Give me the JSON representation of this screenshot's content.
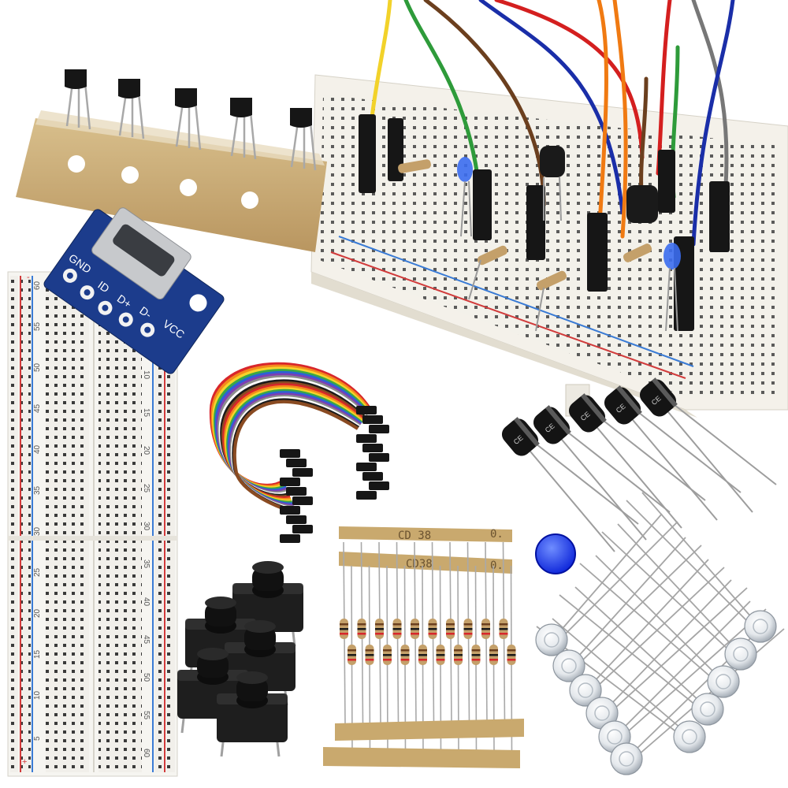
{
  "usb_module": {
    "labels": {
      "vcc": "VCC",
      "d_minus": "D-",
      "d_plus": "D+",
      "id": "ID",
      "gnd": "GND"
    }
  },
  "breadcrumb_ruler": {
    "numbers": [
      "60",
      "55",
      "50",
      "45",
      "40",
      "35",
      "30",
      "25",
      "20",
      "15",
      "10",
      "5"
    ],
    "numbers_right": [
      "10",
      "15",
      "20",
      "25",
      "30",
      "35",
      "40",
      "45",
      "50",
      "55",
      "60"
    ],
    "plus": "+",
    "minus": "-"
  },
  "resistor_tape": {
    "label_a": "CD 38",
    "label_b": "0.",
    "label_c": "CD38",
    "label_d": "0."
  },
  "capacitor_label": "CE",
  "colors": {
    "breadboard": "#f3f1ec",
    "tape": "#c9a96e",
    "pcb": "#1c3c8c",
    "blue_led": "#1c3cff"
  }
}
